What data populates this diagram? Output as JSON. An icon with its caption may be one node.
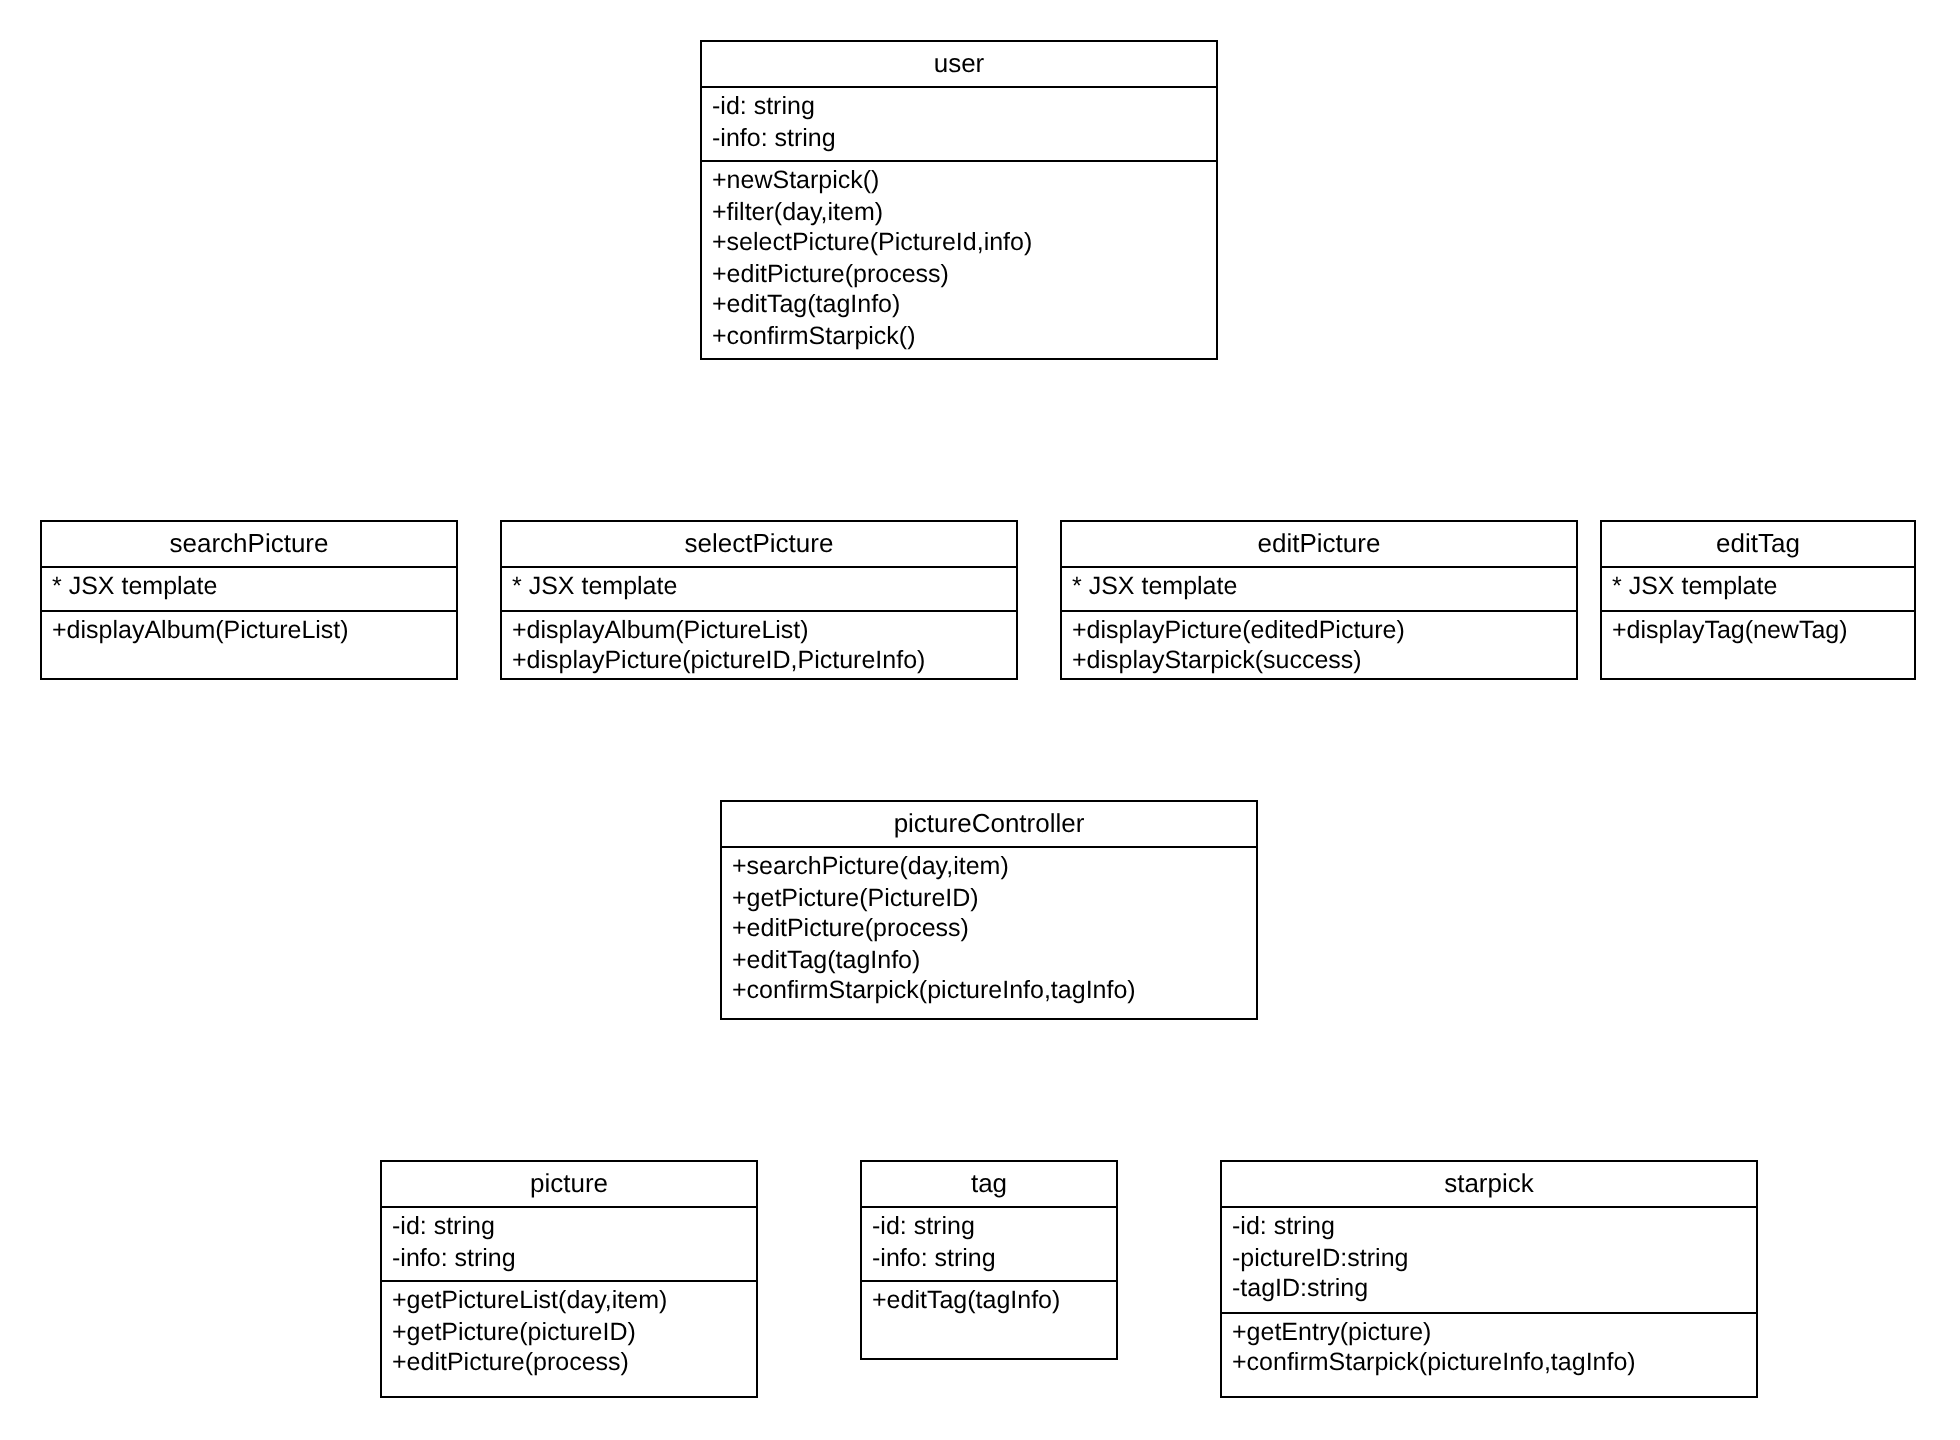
{
  "diagram": {
    "nodes": [
      {
        "text": [
          "user"
        ]
      },
      {
        "text": [
          "-id: string",
          "-info: string"
        ],
        "in": 0
      },
      {
        "text": [
          "+newStarpick()",
          "+filter(day,item)",
          "+selectPicture(PictureId,info)",
          "+editPicture(process)",
          "+editTag(tagInfo)",
          "+confirmStarpick()"
        ],
        "in": 0
      },
      {
        "text": [
          "searchPicture"
        ]
      },
      {
        "text": [
          "* JSX template"
        ],
        "in": 3
      },
      {
        "text": [
          "+displayAlbum(PictureList)"
        ],
        "in": 3
      },
      {
        "text": [
          "selectPicture"
        ]
      },
      {
        "text": [
          "* JSX template"
        ],
        "in": 6
      },
      {
        "text": [
          "+displayAlbum(PictureList)",
          "+displayPicture(pictureID,PictureInfo)"
        ],
        "in": 6
      },
      {
        "text": [
          "editPicture"
        ]
      },
      {
        "text": [
          "* JSX template"
        ],
        "in": 9
      },
      {
        "text": [
          "+displayPicture(editedPicture)",
          "+displayStarpick(success)"
        ],
        "in": 9
      },
      {
        "text": [
          "editTag"
        ]
      },
      {
        "text": [
          "* JSX template"
        ],
        "in": 12
      },
      {
        "text": [
          "+displayTag(newTag)"
        ],
        "in": 12
      },
      {
        "text": [
          "pictureController"
        ]
      },
      {
        "text": [
          "+searchPicture(day,item)",
          "+getPicture(PictureID)",
          "+editPicture(process)",
          "+editTag(tagInfo)",
          "+confirmStarpick(pictureInfo,tagInfo)"
        ],
        "in": 15
      },
      {
        "text": [
          "picture"
        ]
      },
      {
        "text": [
          "-id: string",
          "-info: string"
        ],
        "in": 17
      },
      {
        "text": [
          "+getPictureList(day,item)",
          "+getPicture(pictureID)",
          "+editPicture(process)"
        ],
        "in": 17
      },
      {
        "text": [
          "tag"
        ]
      },
      {
        "text": [
          "-id: string",
          "-info: string"
        ],
        "in": 20
      },
      {
        "text": [
          "+editTag(tagInfo)"
        ],
        "in": 20
      },
      {
        "text": [
          "starpick"
        ]
      },
      {
        "text": [
          "-id: string",
          "-pictureID:string",
          "-tagID:string"
        ],
        "in": 23
      },
      {
        "text": [
          "+getEntry(picture)",
          "+confirmStarpick(pictureInfo,tagInfo)"
        ],
        "in": 23
      }
    ]
  }
}
